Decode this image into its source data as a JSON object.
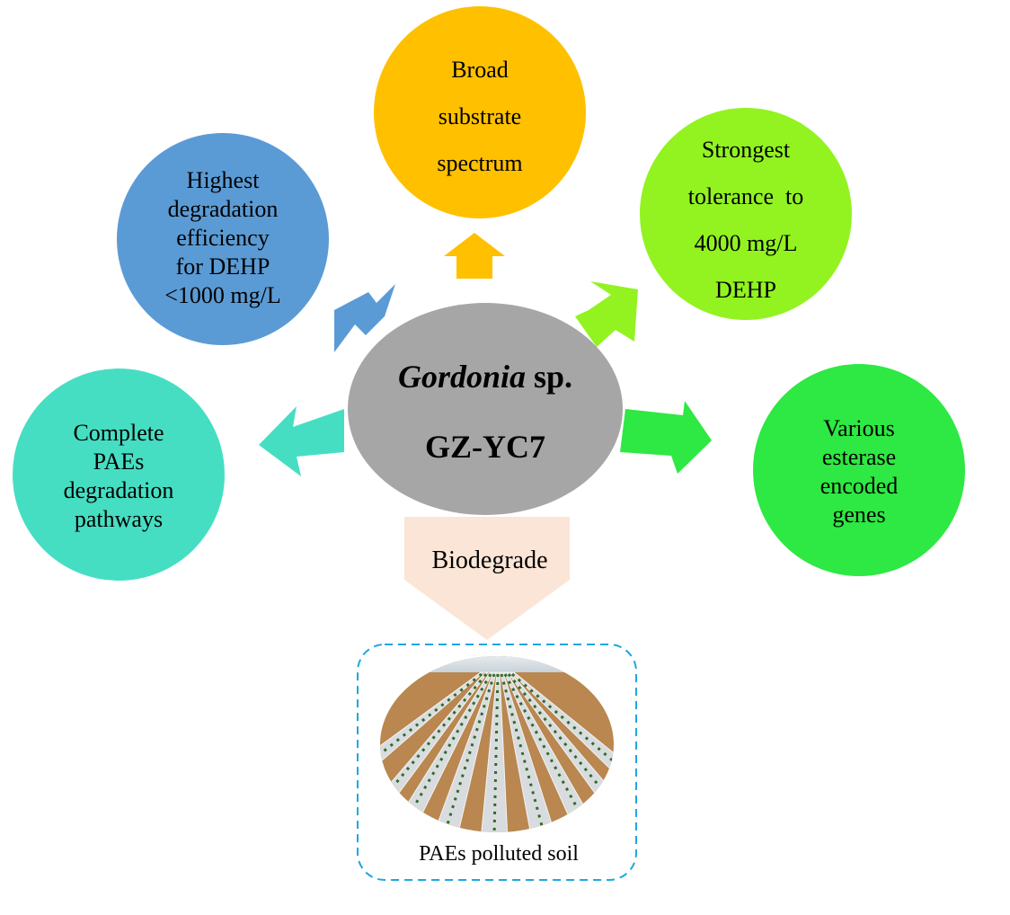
{
  "center": {
    "line1_italic": "Gordonia",
    "line1_rest": " sp.",
    "line2": "GZ-YC7"
  },
  "features": {
    "top": [
      "Broad",
      "substrate",
      "spectrum"
    ],
    "top_left": [
      "Highest",
      "degradation",
      "efficiency",
      "for DEHP",
      "<1000 mg/L"
    ],
    "top_right": [
      "Strongest",
      "tolerance  to",
      "4000 mg/L",
      "DEHP"
    ],
    "left": [
      "Complete",
      "PAEs",
      "degradation",
      "pathways"
    ],
    "right": [
      "Various",
      "esterase",
      "encoded",
      "genes"
    ]
  },
  "arrow_label": "Biodegrade",
  "soil_caption": "PAEs polluted soil",
  "colors": {
    "center": "#a6a6a6",
    "top": "#ffc000",
    "top_left": "#5b9bd5",
    "top_right": "#92f320",
    "left": "#46dec3",
    "right": "#2ee843",
    "biodegrade_arrow": "#fbe5d6",
    "dashed_border": "#1ea7e1"
  }
}
